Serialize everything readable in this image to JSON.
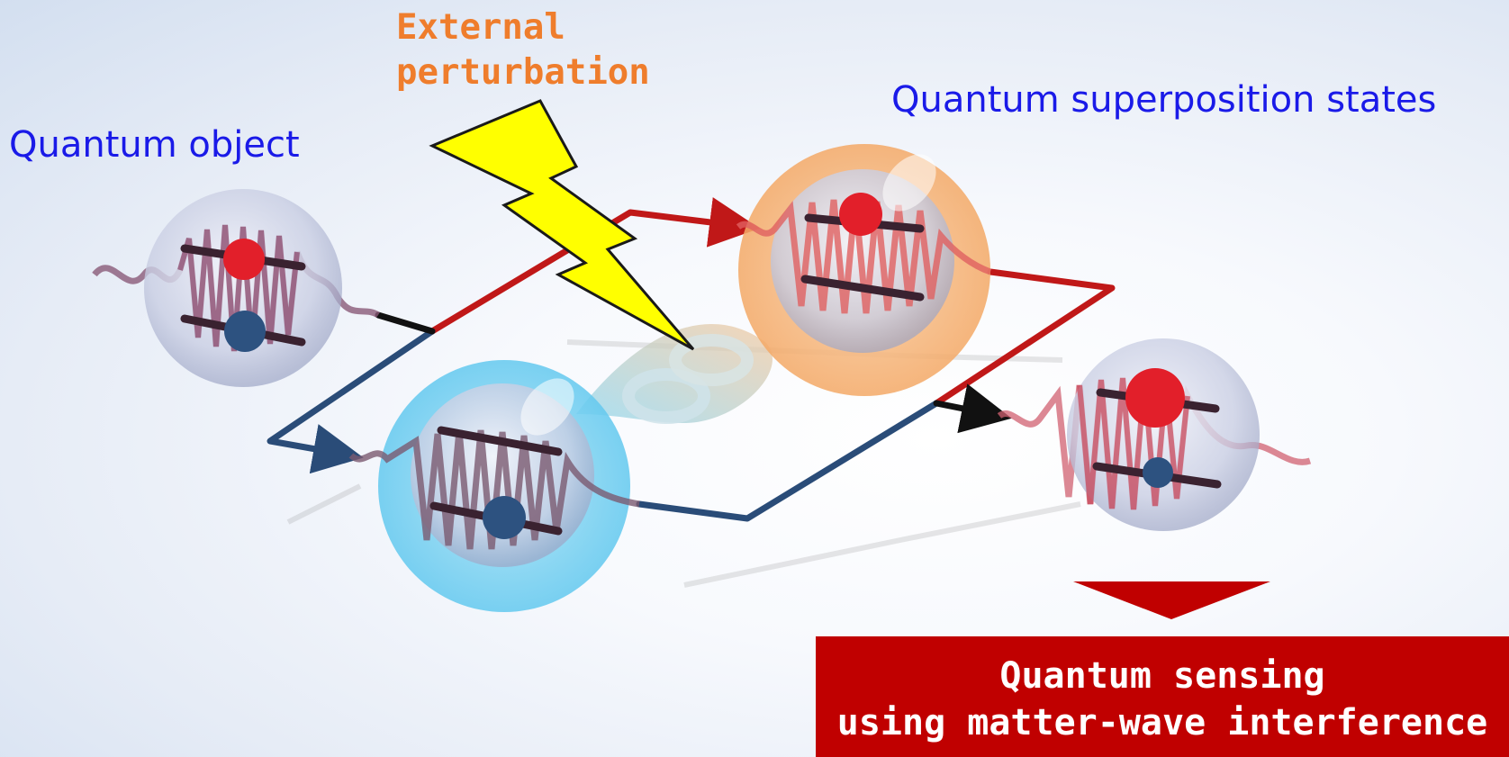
{
  "labels": {
    "quantum_object": "Quantum object",
    "external_perturbation_line1": "External",
    "external_perturbation_line2": "perturbation",
    "superposition_states": "Quantum superposition states"
  },
  "result_box": {
    "line1": "Quantum sensing",
    "line2": "using matter-wave interference"
  },
  "colors": {
    "label_blue": "#1a1ae8",
    "label_orange": "#ef7d2c",
    "path_red": "#d42020",
    "path_blue": "#2a4c78",
    "result_box": "#c00000",
    "lightning": "#ffff00",
    "bubble_orange": "#f5a25f",
    "bubble_cyan": "#56c8ee"
  }
}
